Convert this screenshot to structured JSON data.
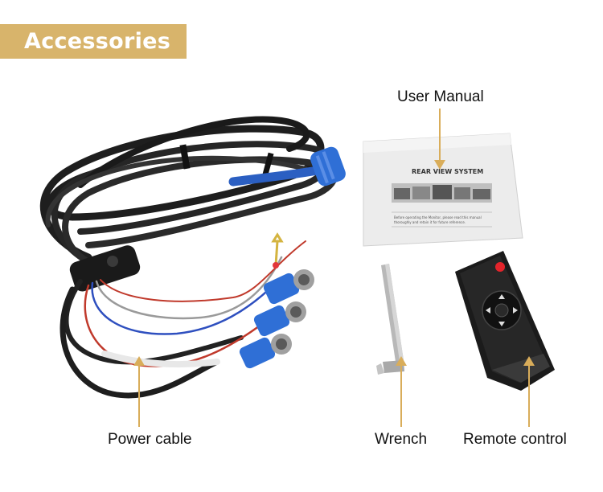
{
  "header": {
    "title": "Accessories"
  },
  "items": {
    "user_manual": {
      "label": "User Manual",
      "cover_title": "REAR VIEW SYSTEM",
      "note_line1": "Before operating the Monitor, please read this manual",
      "note_line2": "thoroughly and retain it for future reference."
    },
    "power_cable": {
      "label": "Power cable"
    },
    "wrench": {
      "label": "Wrench"
    },
    "remote_control": {
      "label": "Remote control"
    }
  },
  "colors": {
    "banner": "#d8b46b",
    "arrow": "#d9ad5a",
    "cable": "#1e1e1e",
    "connector": "#2f6fd6"
  }
}
